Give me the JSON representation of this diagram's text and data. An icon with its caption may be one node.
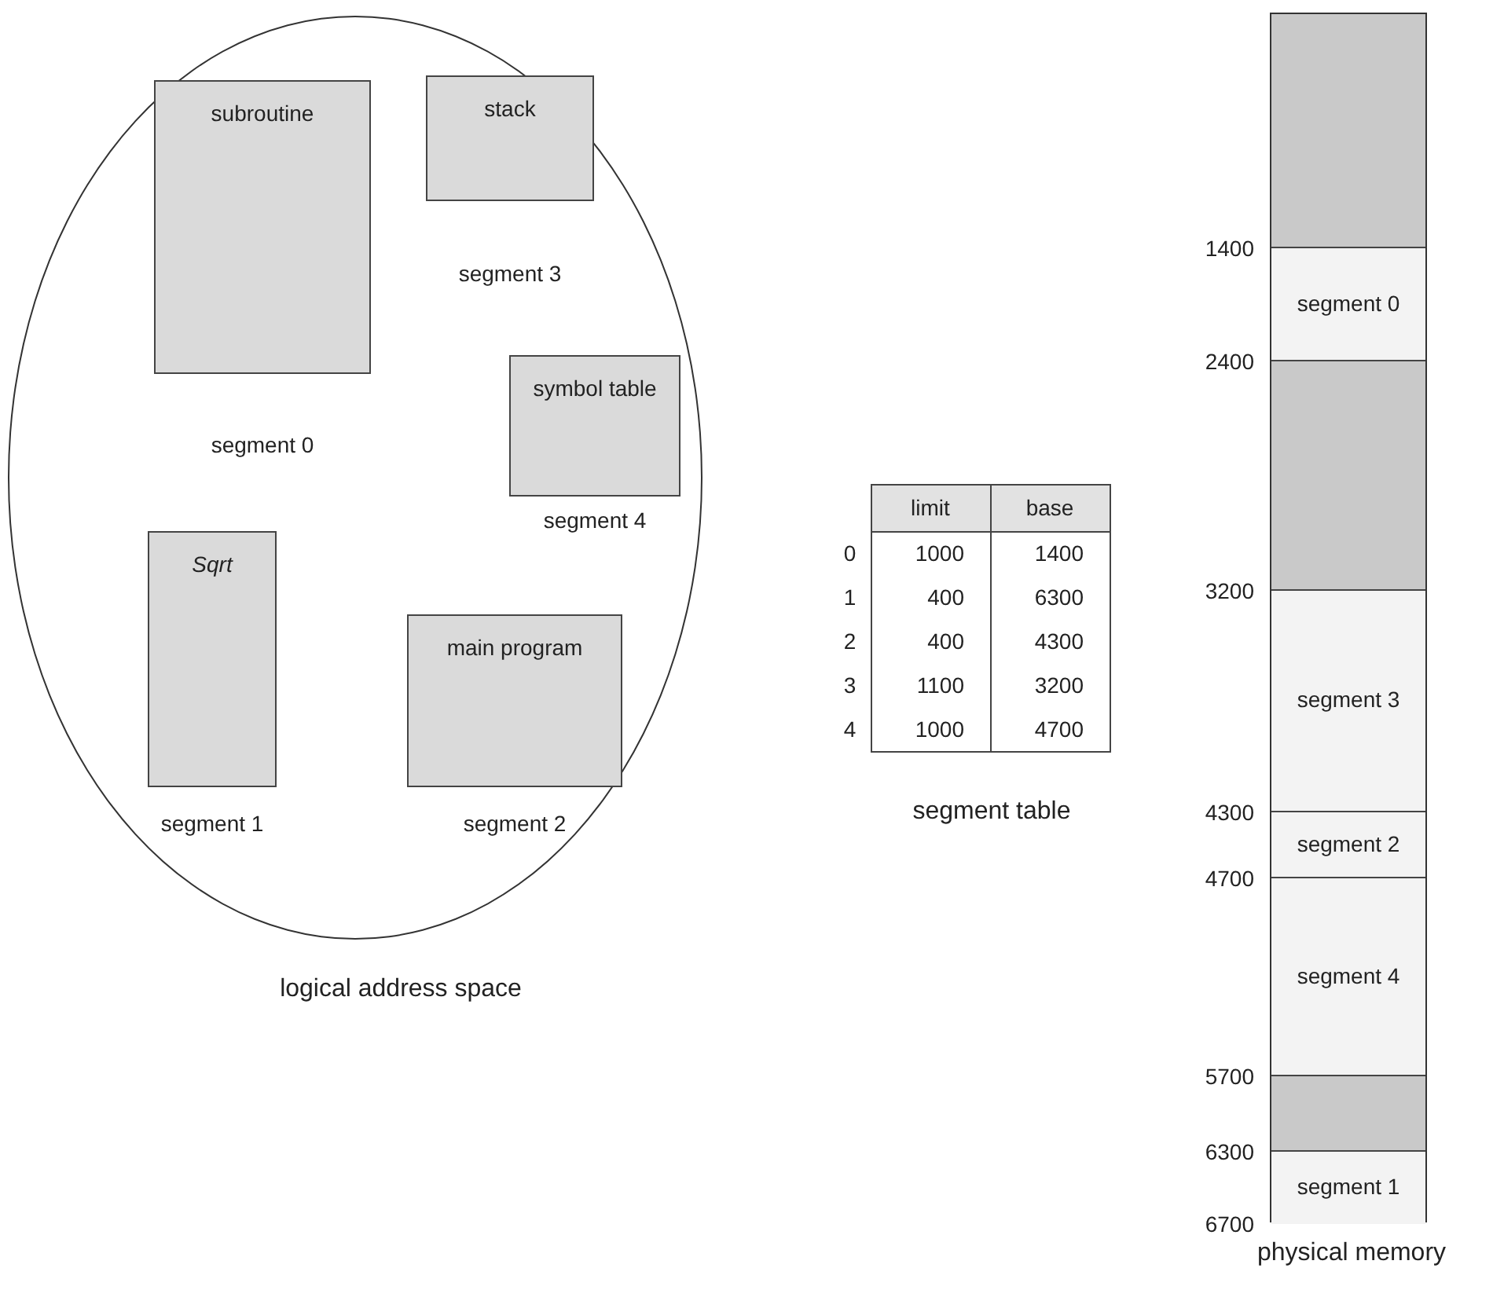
{
  "diagram": {
    "nodes": [
      {
        "text": [],
        "shape": "ellipse",
        "beside": [
          "logical address space"
        ]
      },
      {
        "text": [
          "subroutine"
        ],
        "in": 0,
        "beside": [
          "segment 0"
        ]
      },
      {
        "text": [
          "stack"
        ],
        "in": 0,
        "beside": [
          "segment 3"
        ]
      },
      {
        "text": [
          "symbol table"
        ],
        "in": 0,
        "beside": [
          "segment 4"
        ]
      },
      {
        "text": [
          "Sqrt"
        ],
        "in": 0,
        "beside": [
          "segment 1"
        ]
      },
      {
        "text": [
          "main program"
        ],
        "in": 0,
        "beside": [
          "segment 2"
        ]
      },
      {
        "text": [],
        "shape": "bar",
        "beside": [
          "physical memory"
        ]
      },
      {
        "text": [],
        "shape": "box",
        "in": 6
      },
      {
        "text": [
          "segment 0"
        ],
        "in": 6
      },
      {
        "text": [],
        "shape": "box",
        "in": 6
      },
      {
        "text": [
          "segment 3"
        ],
        "in": 6
      },
      {
        "text": [
          "segment 2"
        ],
        "in": 6
      },
      {
        "text": [
          "segment 4"
        ],
        "in": 6
      },
      {
        "text": [],
        "shape": "box",
        "in": 6
      },
      {
        "text": [
          "segment 1"
        ],
        "in": 6
      }
    ],
    "edges": [],
    "labels": [
      "limit",
      "base",
      "0",
      "1000",
      "1400",
      "1",
      "400",
      "6300",
      "2",
      "400",
      "4300",
      "3",
      "1100",
      "3200",
      "4",
      "1000",
      "4700",
      "segment table",
      "1400",
      "2400",
      "3200",
      "4300",
      "4700",
      "5700",
      "6300",
      "6700"
    ]
  }
}
